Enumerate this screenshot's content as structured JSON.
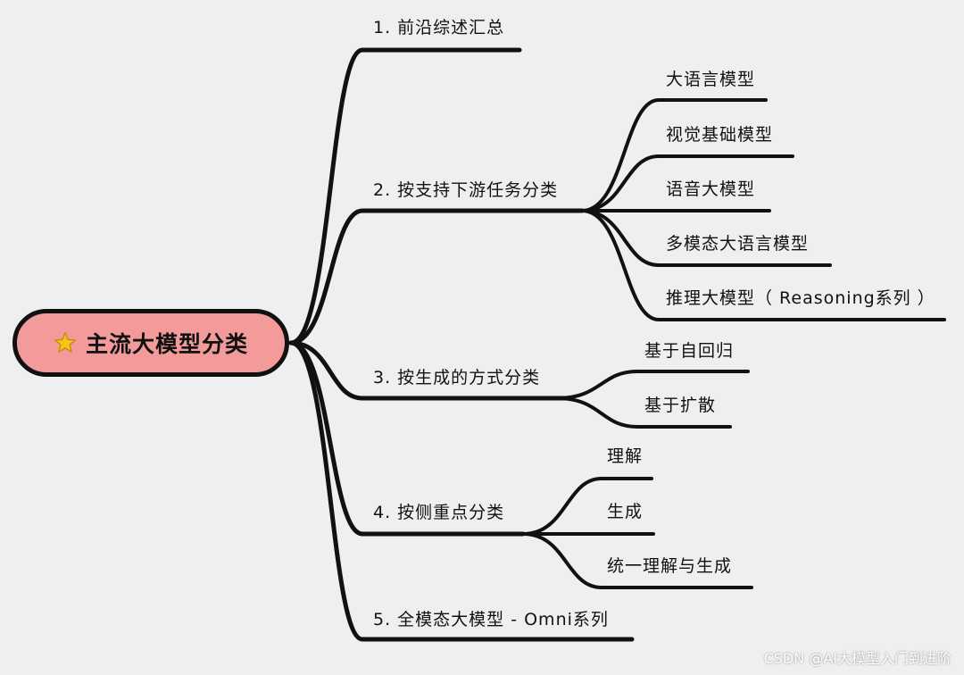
{
  "root": {
    "label": "主流大模型分类",
    "icon": "star-icon"
  },
  "branches": [
    {
      "label": "1. 前沿综述汇总",
      "children": []
    },
    {
      "label": "2. 按支持下游任务分类",
      "children": [
        {
          "label": "大语言模型"
        },
        {
          "label": "视觉基础模型"
        },
        {
          "label": "语音大模型"
        },
        {
          "label": "多模态大语言模型"
        },
        {
          "label": "推理大模型（ Reasoning系列 ）"
        }
      ]
    },
    {
      "label": "3. 按生成的方式分类",
      "children": [
        {
          "label": "基于自回归"
        },
        {
          "label": "基于扩散"
        }
      ]
    },
    {
      "label": "4. 按侧重点分类",
      "children": [
        {
          "label": "理解"
        },
        {
          "label": "生成"
        },
        {
          "label": "统一理解与生成"
        }
      ]
    },
    {
      "label": "5. 全模态大模型 - Omni系列",
      "children": []
    }
  ],
  "watermark": "CSDN @AI大模型入门到进阶",
  "colors": {
    "root_fill": "#f39a9a",
    "line": "#111111",
    "background": "#efefef"
  }
}
